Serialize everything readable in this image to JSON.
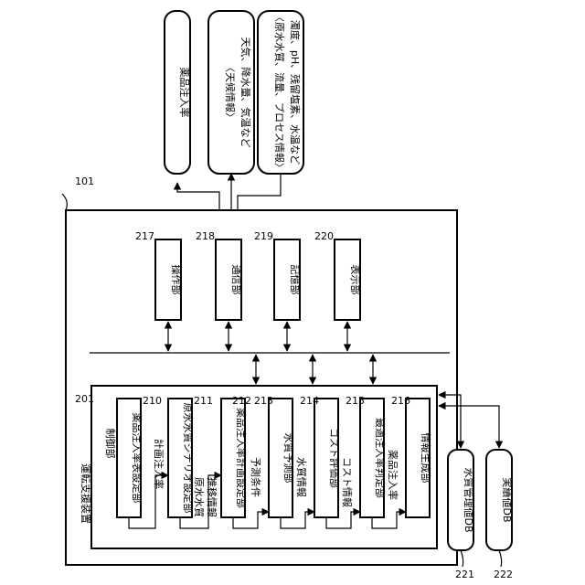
{
  "refs": {
    "apparatus": "101",
    "control": "201",
    "operation": "217",
    "communication": "218",
    "storage": "219",
    "display": "220",
    "wq_db": "221",
    "actual_db": "222",
    "rate_table": "210",
    "scenario": "211",
    "plan": "212",
    "predict": "213",
    "cost": "214",
    "optimal": "215",
    "infogen": "216"
  },
  "labels": {
    "apparatus": "運転支援装置",
    "control": "制御部",
    "operation": "操作部",
    "communication": "通信部",
    "storage": "記憶部",
    "display": "表示部",
    "wq_db": "水質管理値DB",
    "actual_db": "実績値DB",
    "rate_table": "薬品注入率表設定部",
    "scenario": "原水水質シナリオ設定部",
    "plan": "薬品注入率計画設定部",
    "predict": "水質予測部",
    "cost": "コスト評価部",
    "optimal": "最適注入率判定部",
    "infogen": "情報生成部"
  },
  "external": {
    "dosing": "薬品注入率",
    "weather_title": "〈天候情報〉",
    "weather_detail": "天気、降水量、気温など",
    "raw_title": "〈原水水質、流量、プロセス情報〉",
    "raw_detail": "濁度、pH、残留塩素、水温など"
  },
  "flows": {
    "f1": "計画注入率",
    "f2a": "原水水質",
    "f2b": "推移情報",
    "f3": "予測条件",
    "f4": "水質情報",
    "f5": "コスト情報",
    "f6": "薬品注入率"
  }
}
